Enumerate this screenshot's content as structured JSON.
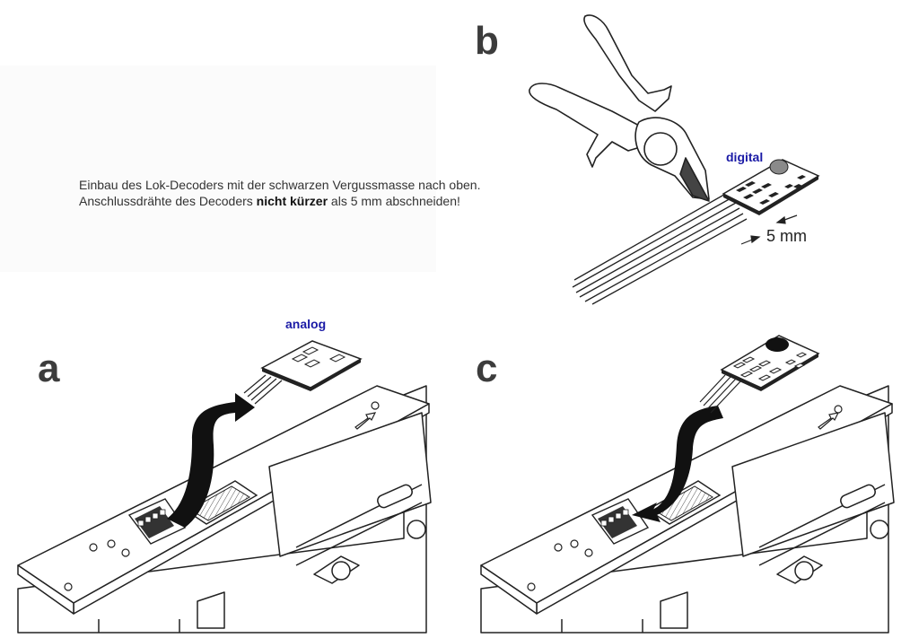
{
  "panels": {
    "a": {
      "letter": "a",
      "decoder_label": "analog"
    },
    "b": {
      "letter": "b",
      "decoder_label": "digital",
      "dimension_label": "5 mm"
    },
    "c": {
      "letter": "c"
    }
  },
  "instruction": {
    "text_before": "Einbau des Lok-Decoders mit der schwarzen Vergussmasse nach oben. Anschlussdrähte des Decoders ",
    "text_bold": "nicht kürzer",
    "text_after": " als 5 mm abschneiden!"
  },
  "colors": {
    "label_blue": "#1a1aa6",
    "line": "#222222",
    "arrow_fill": "#111111",
    "instruction_bg": "#fbfbfb"
  },
  "icons": [
    "pliers-icon",
    "decoder-board-icon",
    "locomotive-chassis-icon",
    "arrow-icon",
    "screw-icon"
  ]
}
